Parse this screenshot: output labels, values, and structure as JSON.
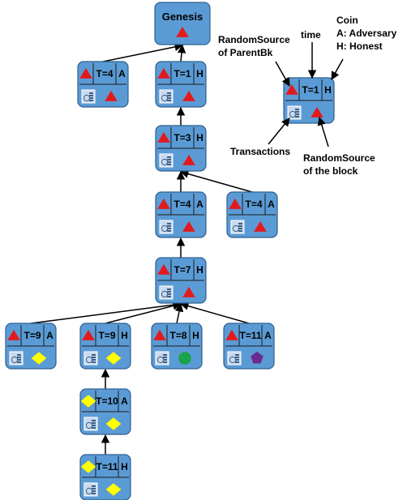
{
  "genesis": {
    "label": "Genesis",
    "shape": "triangle"
  },
  "colors": {
    "block_fill": "#5b9bd5",
    "block_stroke": "#2f5f8f",
    "triangle": "#e31a1c",
    "diamond": "#ffff00",
    "circle": "#1aa34a",
    "pentagon": "#6a2c91",
    "coin_tile": "#c9d9ee"
  },
  "blocks": [
    {
      "id": "b-left-t4",
      "time": "T=4",
      "coin": "A",
      "parent_shape": "triangle",
      "own_shape": "triangle"
    },
    {
      "id": "b-t1",
      "time": "T=1",
      "coin": "H",
      "parent_shape": "triangle",
      "own_shape": "triangle"
    },
    {
      "id": "b-t3",
      "time": "T=3",
      "coin": "H",
      "parent_shape": "triangle",
      "own_shape": "triangle"
    },
    {
      "id": "b-t4-main",
      "time": "T=4",
      "coin": "A",
      "parent_shape": "triangle",
      "own_shape": "triangle"
    },
    {
      "id": "b-t4-side",
      "time": "T=4",
      "coin": "A",
      "parent_shape": "triangle",
      "own_shape": "triangle"
    },
    {
      "id": "b-t7",
      "time": "T=7",
      "coin": "H",
      "parent_shape": "triangle",
      "own_shape": "triangle"
    },
    {
      "id": "b-t9-a",
      "time": "T=9",
      "coin": "A",
      "parent_shape": "triangle",
      "own_shape": "diamond"
    },
    {
      "id": "b-t9-h",
      "time": "T=9",
      "coin": "H",
      "parent_shape": "triangle",
      "own_shape": "diamond"
    },
    {
      "id": "b-t8",
      "time": "T=8",
      "coin": "H",
      "parent_shape": "triangle",
      "own_shape": "circle"
    },
    {
      "id": "b-t11-a",
      "time": "T=11",
      "coin": "A",
      "parent_shape": "triangle",
      "own_shape": "pentagon"
    },
    {
      "id": "b-t10",
      "time": "T=10",
      "coin": "A",
      "parent_shape": "diamond",
      "own_shape": "diamond"
    },
    {
      "id": "b-t11-h",
      "time": "T=11",
      "coin": "H",
      "parent_shape": "diamond",
      "own_shape": "diamond"
    }
  ],
  "edges": [
    {
      "from": "b-left-t4",
      "to": "genesis"
    },
    {
      "from": "b-t1",
      "to": "genesis"
    },
    {
      "from": "b-t3",
      "to": "b-t1"
    },
    {
      "from": "b-t4-main",
      "to": "b-t3"
    },
    {
      "from": "b-t4-side",
      "to": "b-t3"
    },
    {
      "from": "b-t7",
      "to": "b-t4-main"
    },
    {
      "from": "b-t9-a",
      "to": "b-t7"
    },
    {
      "from": "b-t9-h",
      "to": "b-t7"
    },
    {
      "from": "b-t8",
      "to": "b-t7"
    },
    {
      "from": "b-t11-a",
      "to": "b-t7"
    },
    {
      "from": "b-t10",
      "to": "b-t9-h"
    },
    {
      "from": "b-t11-h",
      "to": "b-t10"
    }
  ],
  "legend": {
    "block": {
      "time": "T=1",
      "coin": "H",
      "parent_shape": "triangle",
      "own_shape": "triangle"
    },
    "random_source_parent": [
      "RandomSource",
      "of ParentBk"
    ],
    "time": "time",
    "coin": [
      "Coin",
      "A: Adversary",
      "H: Honest"
    ],
    "transactions": "Transactions",
    "random_source_block": [
      "RandomSource",
      "of the block"
    ]
  }
}
